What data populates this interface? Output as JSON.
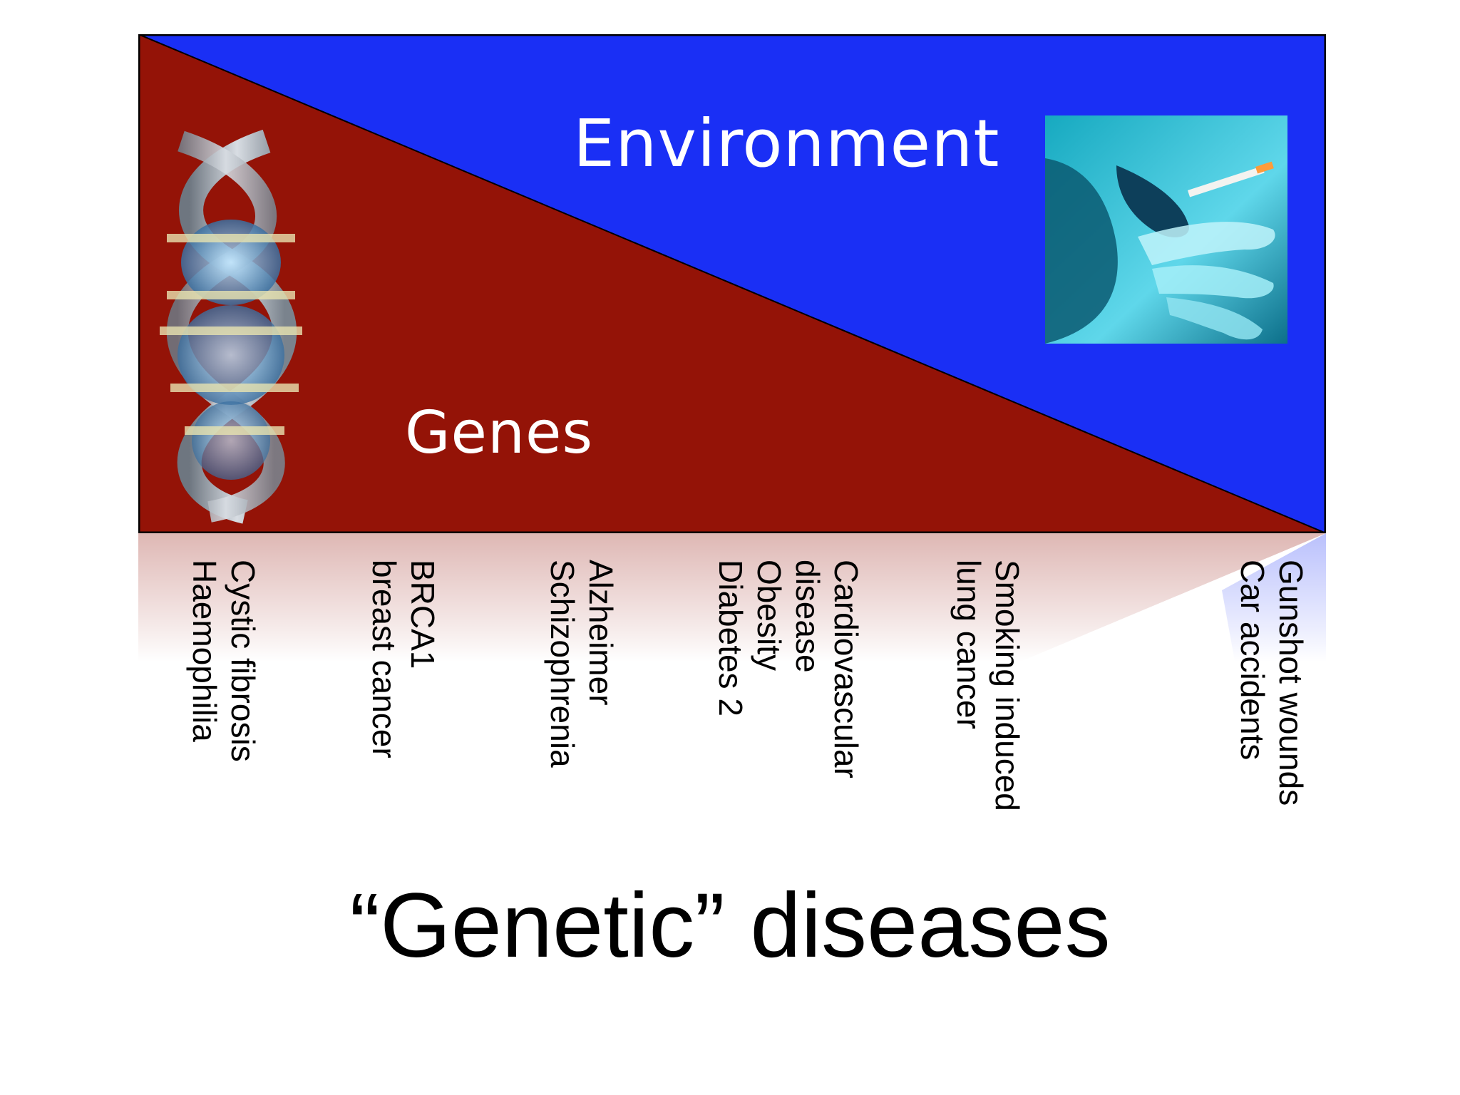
{
  "diagram": {
    "environment_label": "Environment",
    "genes_label": "Genes",
    "colors": {
      "environment": "#1a2ff5",
      "genes": "#941307",
      "border": "#000000"
    },
    "icons": [
      "dna-helix-icon",
      "smoking-hand-icon"
    ]
  },
  "diseases": [
    {
      "lines": [
        "Cystic fibrosis",
        "Haemophilia"
      ]
    },
    {
      "lines": [
        "BRCA1",
        "breast cancer"
      ]
    },
    {
      "lines": [
        "Alzheimer",
        "Schizophrenia"
      ]
    },
    {
      "lines": [
        "Cardiovascular",
        "disease",
        "Obesity",
        "Diabetes 2"
      ]
    },
    {
      "lines": [
        "Smoking induced",
        "lung cancer"
      ]
    },
    {
      "lines": [
        "Gunshot wounds",
        "Car accidents"
      ]
    }
  ],
  "title": "“Genetic” diseases"
}
